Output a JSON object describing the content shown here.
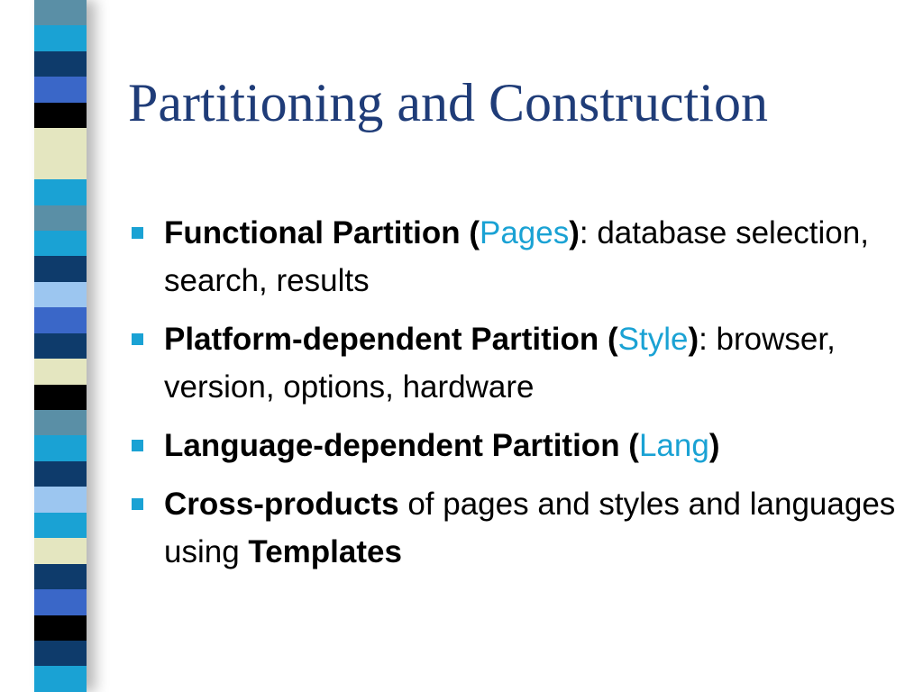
{
  "colors": {
    "title": "#1f3c78",
    "accent": "#1aa2d4",
    "text": "#000000",
    "strip": [
      "#5a8fa6",
      "#1aa2d4",
      "#0e3b6b",
      "#3a67c8",
      "#000000",
      "#e4e6c0",
      "#e4e6c0",
      "#1aa2d4",
      "#5a8fa6",
      "#1aa2d4",
      "#0e3b6b",
      "#9cc6f0",
      "#3a67c8",
      "#0e3b6b",
      "#e4e6c0",
      "#000000",
      "#5a8fa6",
      "#1aa2d4",
      "#0e3b6b",
      "#9cc6f0",
      "#1aa2d4",
      "#e4e6c0",
      "#0e3b6b",
      "#3a67c8",
      "#000000",
      "#0e3b6b",
      "#1aa2d4"
    ]
  },
  "slide": {
    "title": "Partitioning and Construction",
    "bullets": [
      {
        "bold_pre": "Functional Partition (",
        "highlight": "Pages",
        "bold_post": ")",
        "rest": ": database selection, search, results"
      },
      {
        "bold_pre": "Platform-dependent Partition (",
        "highlight": "Style",
        "bold_post": ")",
        "rest": ": browser, version, options, hardware"
      },
      {
        "bold_pre": "Language-dependent Partition (",
        "highlight": "Lang",
        "bold_post": ")",
        "rest": ""
      },
      {
        "bold_lead": "Cross-products",
        "mid": " of pages and styles and languages using ",
        "bold_end": "Templates"
      }
    ]
  }
}
